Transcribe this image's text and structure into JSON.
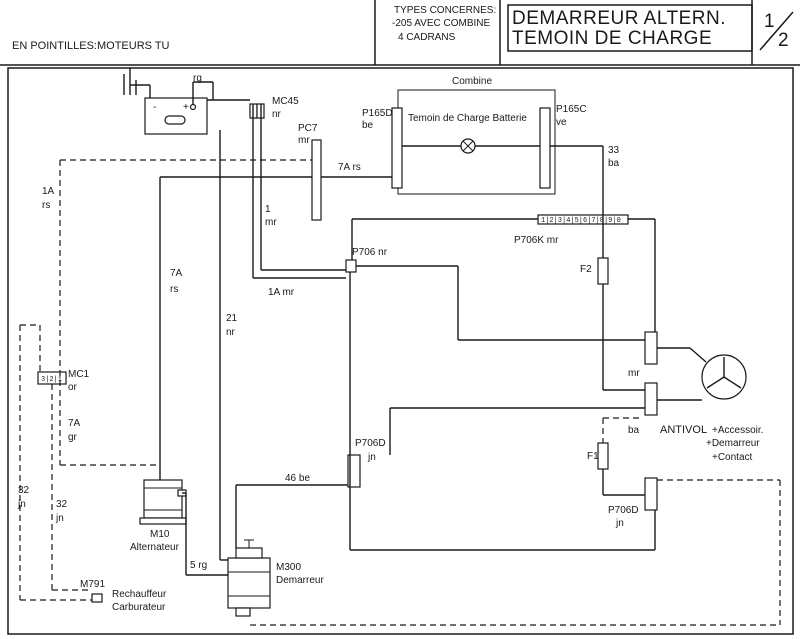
{
  "title_block": {
    "note_dotted": "EN POINTILLES:MOTEURS TU",
    "types_line1": "TYPES CONCERNES:",
    "types_line2": "-205 AVEC COMBINE",
    "types_line3": "4 CADRANS",
    "title_line1": "DEMARREUR ALTERN.",
    "title_line2": "TEMOIN DE CHARGE",
    "page_num": "1",
    "page_den": "2"
  },
  "labels": {
    "battery_rg": "rg",
    "battery_minus": "-",
    "battery_plus": "+",
    "mc45": "MC45",
    "mc45_color": "nr",
    "combine": "Combine",
    "p165d": "P165D",
    "p165d_color": "be",
    "p165c": "P165C",
    "p165c_color": "ve",
    "temoin": "Temoin de Charge Batterie",
    "pc7": "PC7",
    "pc7_color": "mr",
    "w7a_rs_top": "7A  rs",
    "w33": "33",
    "w33_color": "ba",
    "w1": "1",
    "w1_color": "mr",
    "p706k": "P706K  mr",
    "f2": "F2",
    "p706_top": "P706  nr",
    "w1a_mr": "1A  mr",
    "w1a_left": "1A",
    "w1a_left_color": "rs",
    "w7a_rs_mid": "7A",
    "w7a_rs_mid_color": "rs",
    "w21": "21",
    "w21_color": "nr",
    "mc1": "MC1",
    "mc1_color": "or",
    "w7a_gr": "7A",
    "w7a_gr_color": "gr",
    "mr_right": "mr",
    "p706d_mid": "P706D",
    "p706d_mid_color": "jn",
    "w46": "46  be",
    "ba_antivol": "ba",
    "antivol": "ANTIVOL",
    "accessoir": "+Accessoir.",
    "demarreur_plus": "+Demarreur",
    "contact_plus": "+Contact",
    "f1": "F1",
    "w32_a": "32",
    "w32_a_color": "jn",
    "w32_b": "32",
    "w32_b_color": "jn",
    "m10": "M10",
    "alternateur": "Alternateur",
    "p706d_low": "P706D",
    "p706d_low_color": "jn",
    "w5_rg": "5  rg",
    "m300": "M300",
    "demarreur": "Demarreur",
    "m791": "M791",
    "rechauffeur": "Rechauffeur",
    "carburateur": "Carburateur"
  }
}
